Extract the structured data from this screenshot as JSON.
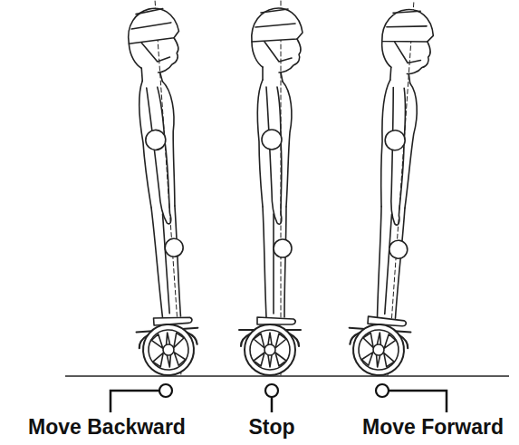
{
  "diagram": {
    "labels": [
      "Move Backward",
      "Stop",
      "Move Forward"
    ]
  }
}
